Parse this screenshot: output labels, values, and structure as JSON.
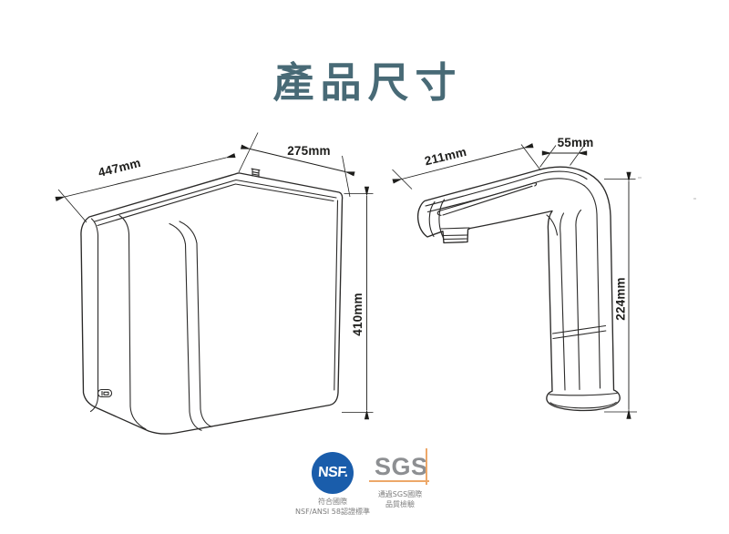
{
  "page": {
    "title": "產品尺寸"
  },
  "diagrams": {
    "purifier": {
      "label": "water-purifier-unit",
      "width_label": "447mm",
      "depth_label": "275mm",
      "height_label": "410mm"
    },
    "faucet": {
      "label": "faucet",
      "spout_length_label": "211mm",
      "spout_width_label": "55mm",
      "height_label": "224mm"
    }
  },
  "certifications": {
    "nsf": {
      "logo_text": "NSF.",
      "caption_line1": "符合國際",
      "caption_line2": "NSF/ANSI 58認證標準"
    },
    "sgs": {
      "logo_text": "SGS",
      "caption_line1": "通過SGS國際",
      "caption_line2": "品質檢驗"
    }
  },
  "colors": {
    "title_color": "#486a76",
    "line_color": "#2b2a29",
    "dim_text_color": "#1d1d1b",
    "nsf_blue": "#1a5dab",
    "sgs_gray": "#8d8f92",
    "sgs_orange": "#eda869",
    "caption_gray": "#7d7d7d"
  }
}
